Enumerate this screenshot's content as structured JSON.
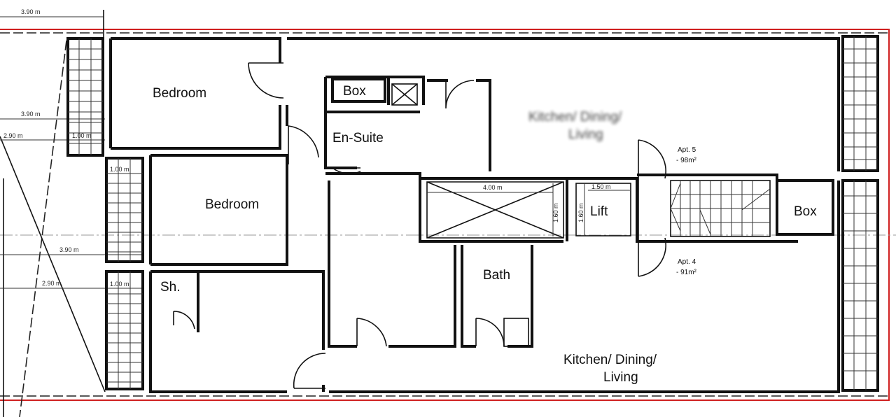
{
  "colors": {
    "wall": "#111111",
    "boundary": "#d02020",
    "background": "#ffffff"
  },
  "rooms": {
    "bedroom_top": "Bedroom",
    "bedroom_mid": "Bedroom",
    "box_top": "Box",
    "en_suite": "En-Suite",
    "kitchen_top_line1": "Kitchen/ Dining/",
    "kitchen_top_line2": "Living",
    "lift": "Lift",
    "box_right": "Box",
    "bath": "Bath",
    "shower": "Sh.",
    "kitchen_bottom_line1": "Kitchen/ Dining/",
    "kitchen_bottom_line2": "Living"
  },
  "apartments": {
    "apt5_name": "Apt. 5",
    "apt5_area": "- 98m²",
    "apt4_name": "Apt. 4",
    "apt4_area": "- 91m²"
  },
  "dimensions": {
    "top_width": "3.90 m",
    "upper_width": "3.90 m",
    "upper_offset": "2.90 m",
    "balcony_top": "1.00 m",
    "balcony_mid": "1.00 m",
    "lower_width": "3.90 m",
    "lower_offset": "2.90 m",
    "balcony_low": "1.00 m",
    "shaft_length": "4.00 m",
    "shaft_depth": "1.60 m",
    "lift_width": "1.50 m",
    "lift_depth": "1.60 m"
  }
}
